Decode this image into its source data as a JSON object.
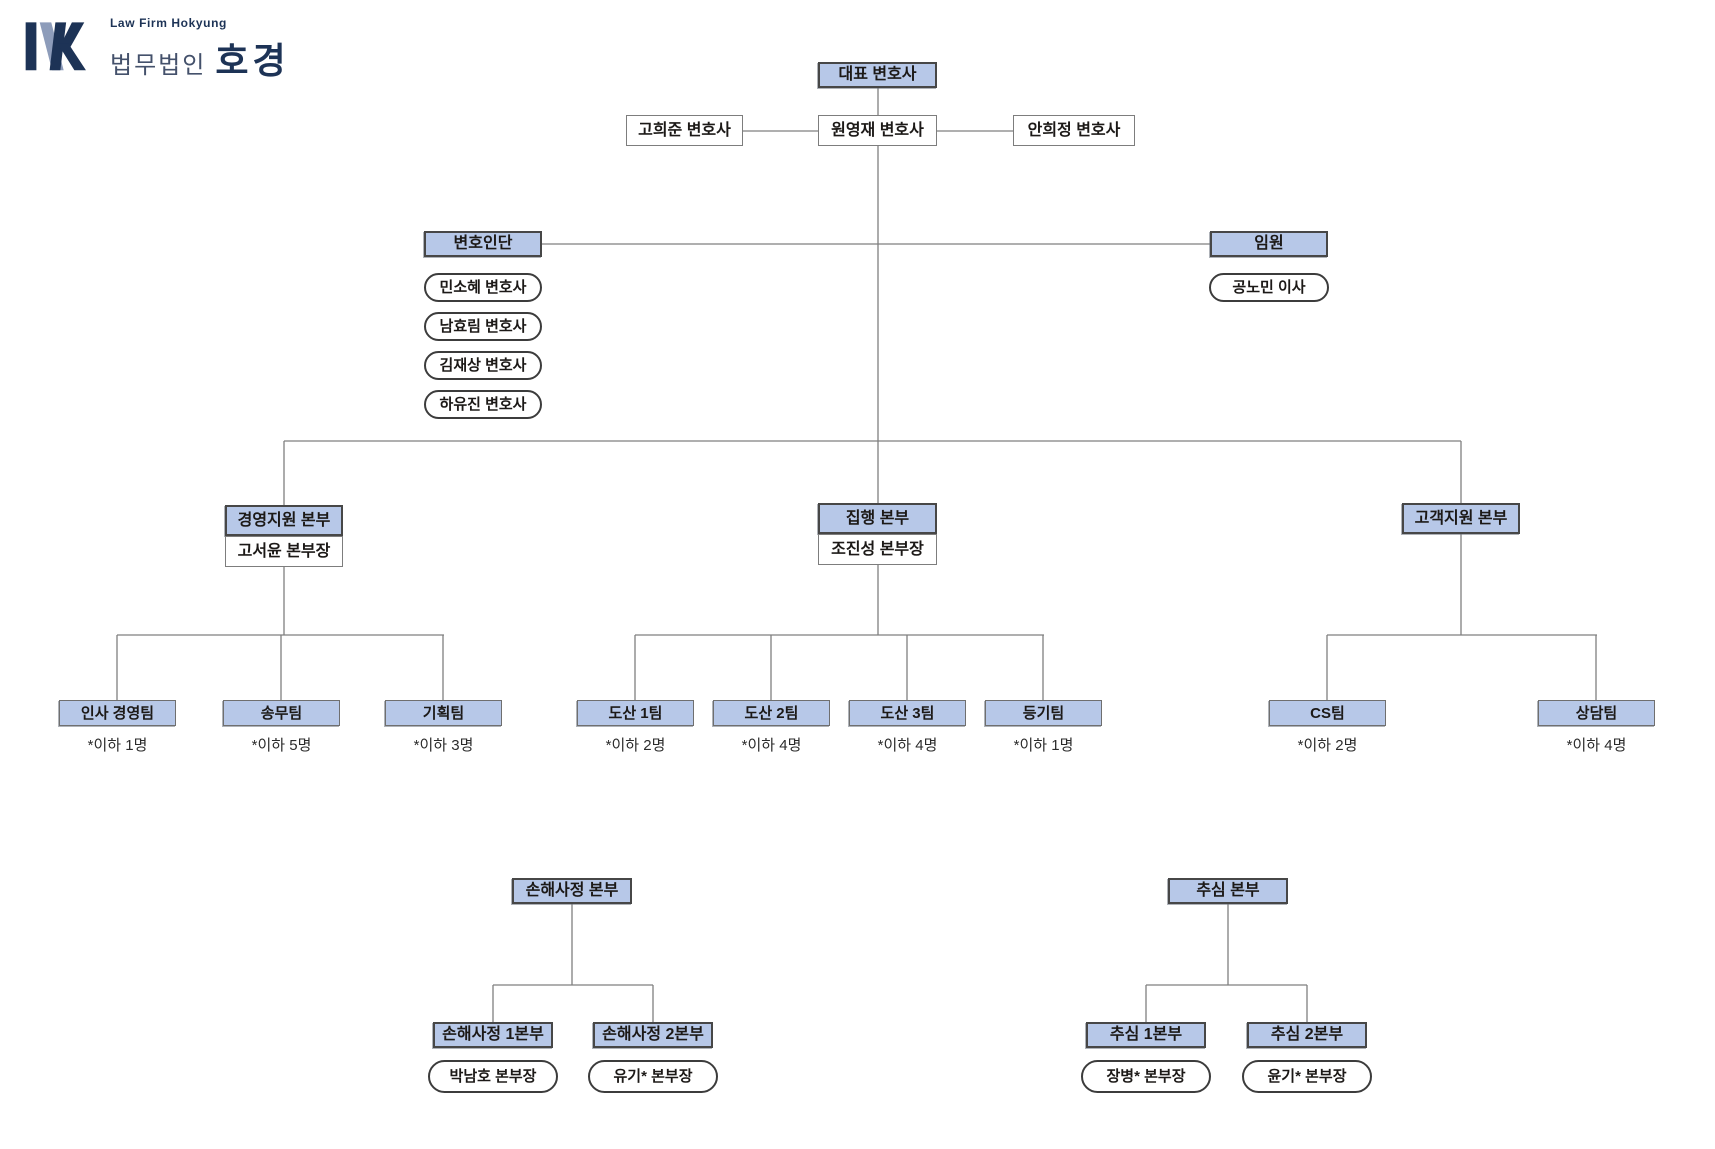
{
  "logo": {
    "firm_en": "Law Firm Hokyung",
    "firm_type": "법무법인",
    "firm_name": "호경"
  },
  "colors": {
    "header_fill": "#b7c8e8",
    "header_border": "#474747",
    "box_border": "#7d7d7d",
    "pill_border": "#3c3c3c",
    "line": "#7f7f7f",
    "logo_navy": "#1d3356",
    "logo_steel": "#8d9cba"
  },
  "org": {
    "ceo": "대표 변호사",
    "partners": [
      "고희준 변호사",
      "원영재 변호사",
      "안희정 변호사"
    ],
    "attorney_group": {
      "title": "변호인단",
      "members": [
        "민소혜 변호사",
        "남효림 변호사",
        "김재상 변호사",
        "하유진 변호사"
      ]
    },
    "executives": {
      "title": "임원",
      "members": [
        "공노민 이사"
      ]
    },
    "divisions": [
      {
        "title": "경영지원 본부",
        "head": "고서윤 본부장",
        "teams": [
          {
            "name": "인사 경영팀",
            "note": "*이하 1명"
          },
          {
            "name": "송무팀",
            "note": "*이하 5명"
          },
          {
            "name": "기획팀",
            "note": "*이하 3명"
          }
        ]
      },
      {
        "title": "집행 본부",
        "head": "조진성 본부장",
        "teams": [
          {
            "name": "도산 1팀",
            "note": "*이하 2명"
          },
          {
            "name": "도산 2팀",
            "note": "*이하 4명"
          },
          {
            "name": "도산 3팀",
            "note": "*이하 4명"
          },
          {
            "name": "등기팀",
            "note": "*이하 1명"
          }
        ]
      },
      {
        "title": "고객지원 본부",
        "teams": [
          {
            "name": "CS팀",
            "note": "*이하 2명"
          },
          {
            "name": "상담팀",
            "note": "*이하 4명"
          }
        ]
      }
    ],
    "sub_headquarters": [
      {
        "title": "손해사정 본부",
        "children": [
          {
            "name": "손해사정 1본부",
            "head": "박남호 본부장"
          },
          {
            "name": "손해사정 2본부",
            "head": "유기* 본부장"
          }
        ]
      },
      {
        "title": "추심 본부",
        "children": [
          {
            "name": "추심 1본부",
            "head": "장병* 본부장"
          },
          {
            "name": "추심 2본부",
            "head": "윤기* 본부장"
          }
        ]
      }
    ]
  }
}
